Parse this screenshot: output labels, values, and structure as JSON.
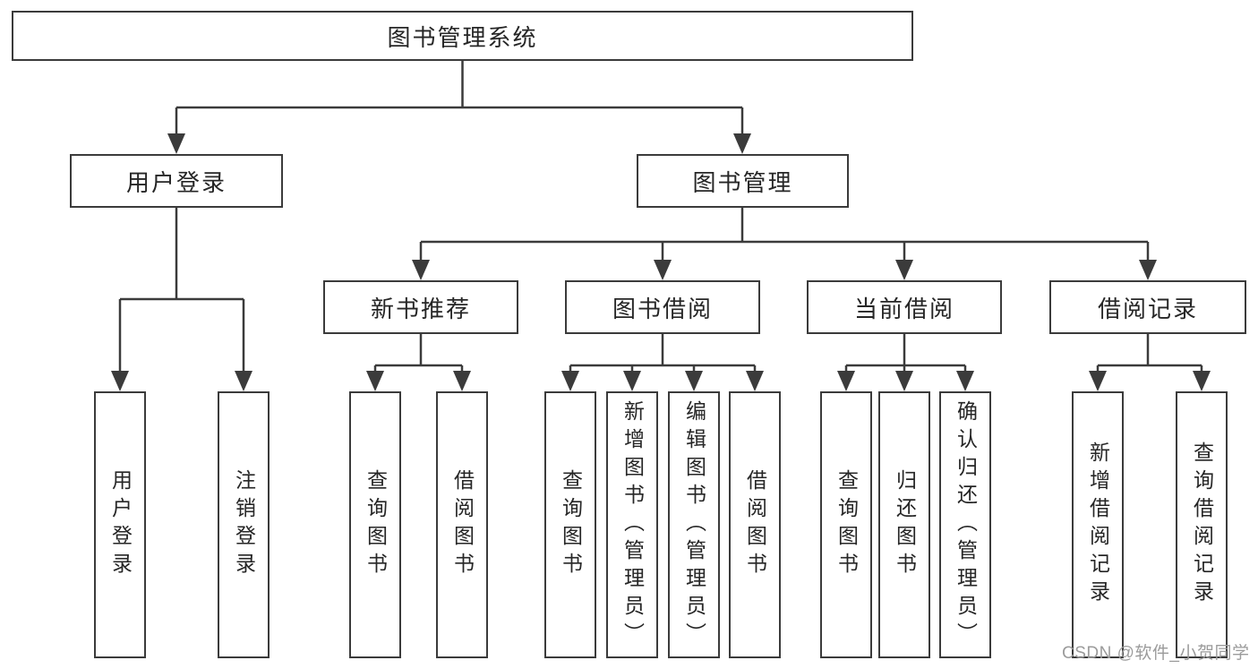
{
  "diagram": {
    "type": "tree",
    "root": {
      "label": "图书管理系统"
    },
    "branches": [
      {
        "label": "用户登录",
        "leaves": [
          {
            "label": "用户登录"
          },
          {
            "label": "注销登录"
          }
        ]
      },
      {
        "label": "图书管理",
        "groups": [
          {
            "label": "新书推荐",
            "leaves": [
              {
                "label": "查询图书"
              },
              {
                "label": "借阅图书"
              }
            ]
          },
          {
            "label": "图书借阅",
            "leaves": [
              {
                "label": "查询图书"
              },
              {
                "label": "新增图书（管理员）"
              },
              {
                "label": "编辑图书（管理员）"
              },
              {
                "label": "借阅图书"
              }
            ]
          },
          {
            "label": "当前借阅",
            "leaves": [
              {
                "label": "查询图书"
              },
              {
                "label": "归还图书"
              },
              {
                "label": "确认归还（管理员）"
              }
            ]
          },
          {
            "label": "借阅记录",
            "leaves": [
              {
                "label": "新增借阅记录"
              },
              {
                "label": "查询借阅记录"
              }
            ]
          }
        ]
      }
    ]
  },
  "watermark": {
    "text": "CSDN @软件_小贺同学"
  },
  "colors": {
    "line": "#3b3b3b",
    "box_border": "#3b3b3b",
    "box_background": "#ffffff",
    "text": "#262626",
    "watermark": "#9b9b9b",
    "page_background": "#ffffff"
  }
}
